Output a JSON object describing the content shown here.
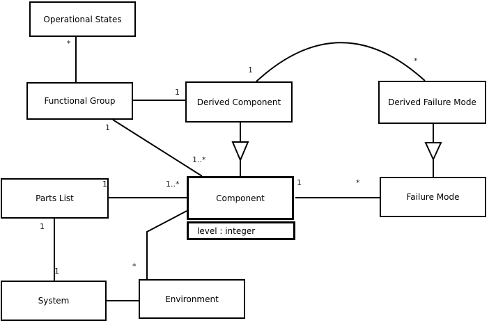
{
  "diagram_type": "uml-class-diagram",
  "classes": {
    "operational_states": {
      "name": "Operational States"
    },
    "functional_group": {
      "name": "Functional Group"
    },
    "derived_component": {
      "name": "Derived Component"
    },
    "derived_failure_mode": {
      "name": "Derived Failure Mode"
    },
    "parts_list": {
      "name": "Parts List"
    },
    "component": {
      "name": "Component",
      "attribute": "level : integer"
    },
    "failure_mode": {
      "name": "Failure Mode"
    },
    "system": {
      "name": "System"
    },
    "environment": {
      "name": "Environment"
    }
  },
  "relationships": {
    "operational_states_functional_group": {
      "type": "association",
      "end_operational_states": "*"
    },
    "functional_group_derived_component": {
      "type": "association",
      "end_derived_component": "1"
    },
    "functional_group_component": {
      "type": "association",
      "end_functional_group": "1",
      "end_component": "1..*"
    },
    "derived_component_component": {
      "type": "generalization",
      "child": "Derived Component",
      "parent": "Component"
    },
    "derived_component_derived_failure_mode": {
      "type": "association",
      "end_derived_component": "1",
      "end_derived_failure_mode": "*"
    },
    "derived_failure_mode_failure_mode": {
      "type": "generalization",
      "child": "Derived Failure Mode",
      "parent": "Failure Mode"
    },
    "parts_list_component": {
      "type": "association",
      "end_parts_list": "1",
      "end_component": "1..*"
    },
    "component_failure_mode": {
      "type": "association",
      "end_component": "1",
      "end_failure_mode": "*"
    },
    "parts_list_system": {
      "type": "association",
      "end_parts_list": "1",
      "end_system": "1"
    },
    "component_environment": {
      "type": "association",
      "end_environment": "*"
    },
    "system_environment": {
      "type": "association"
    }
  },
  "colors": {
    "background": "#ffffff",
    "line": "#000000",
    "text": "#000000"
  }
}
